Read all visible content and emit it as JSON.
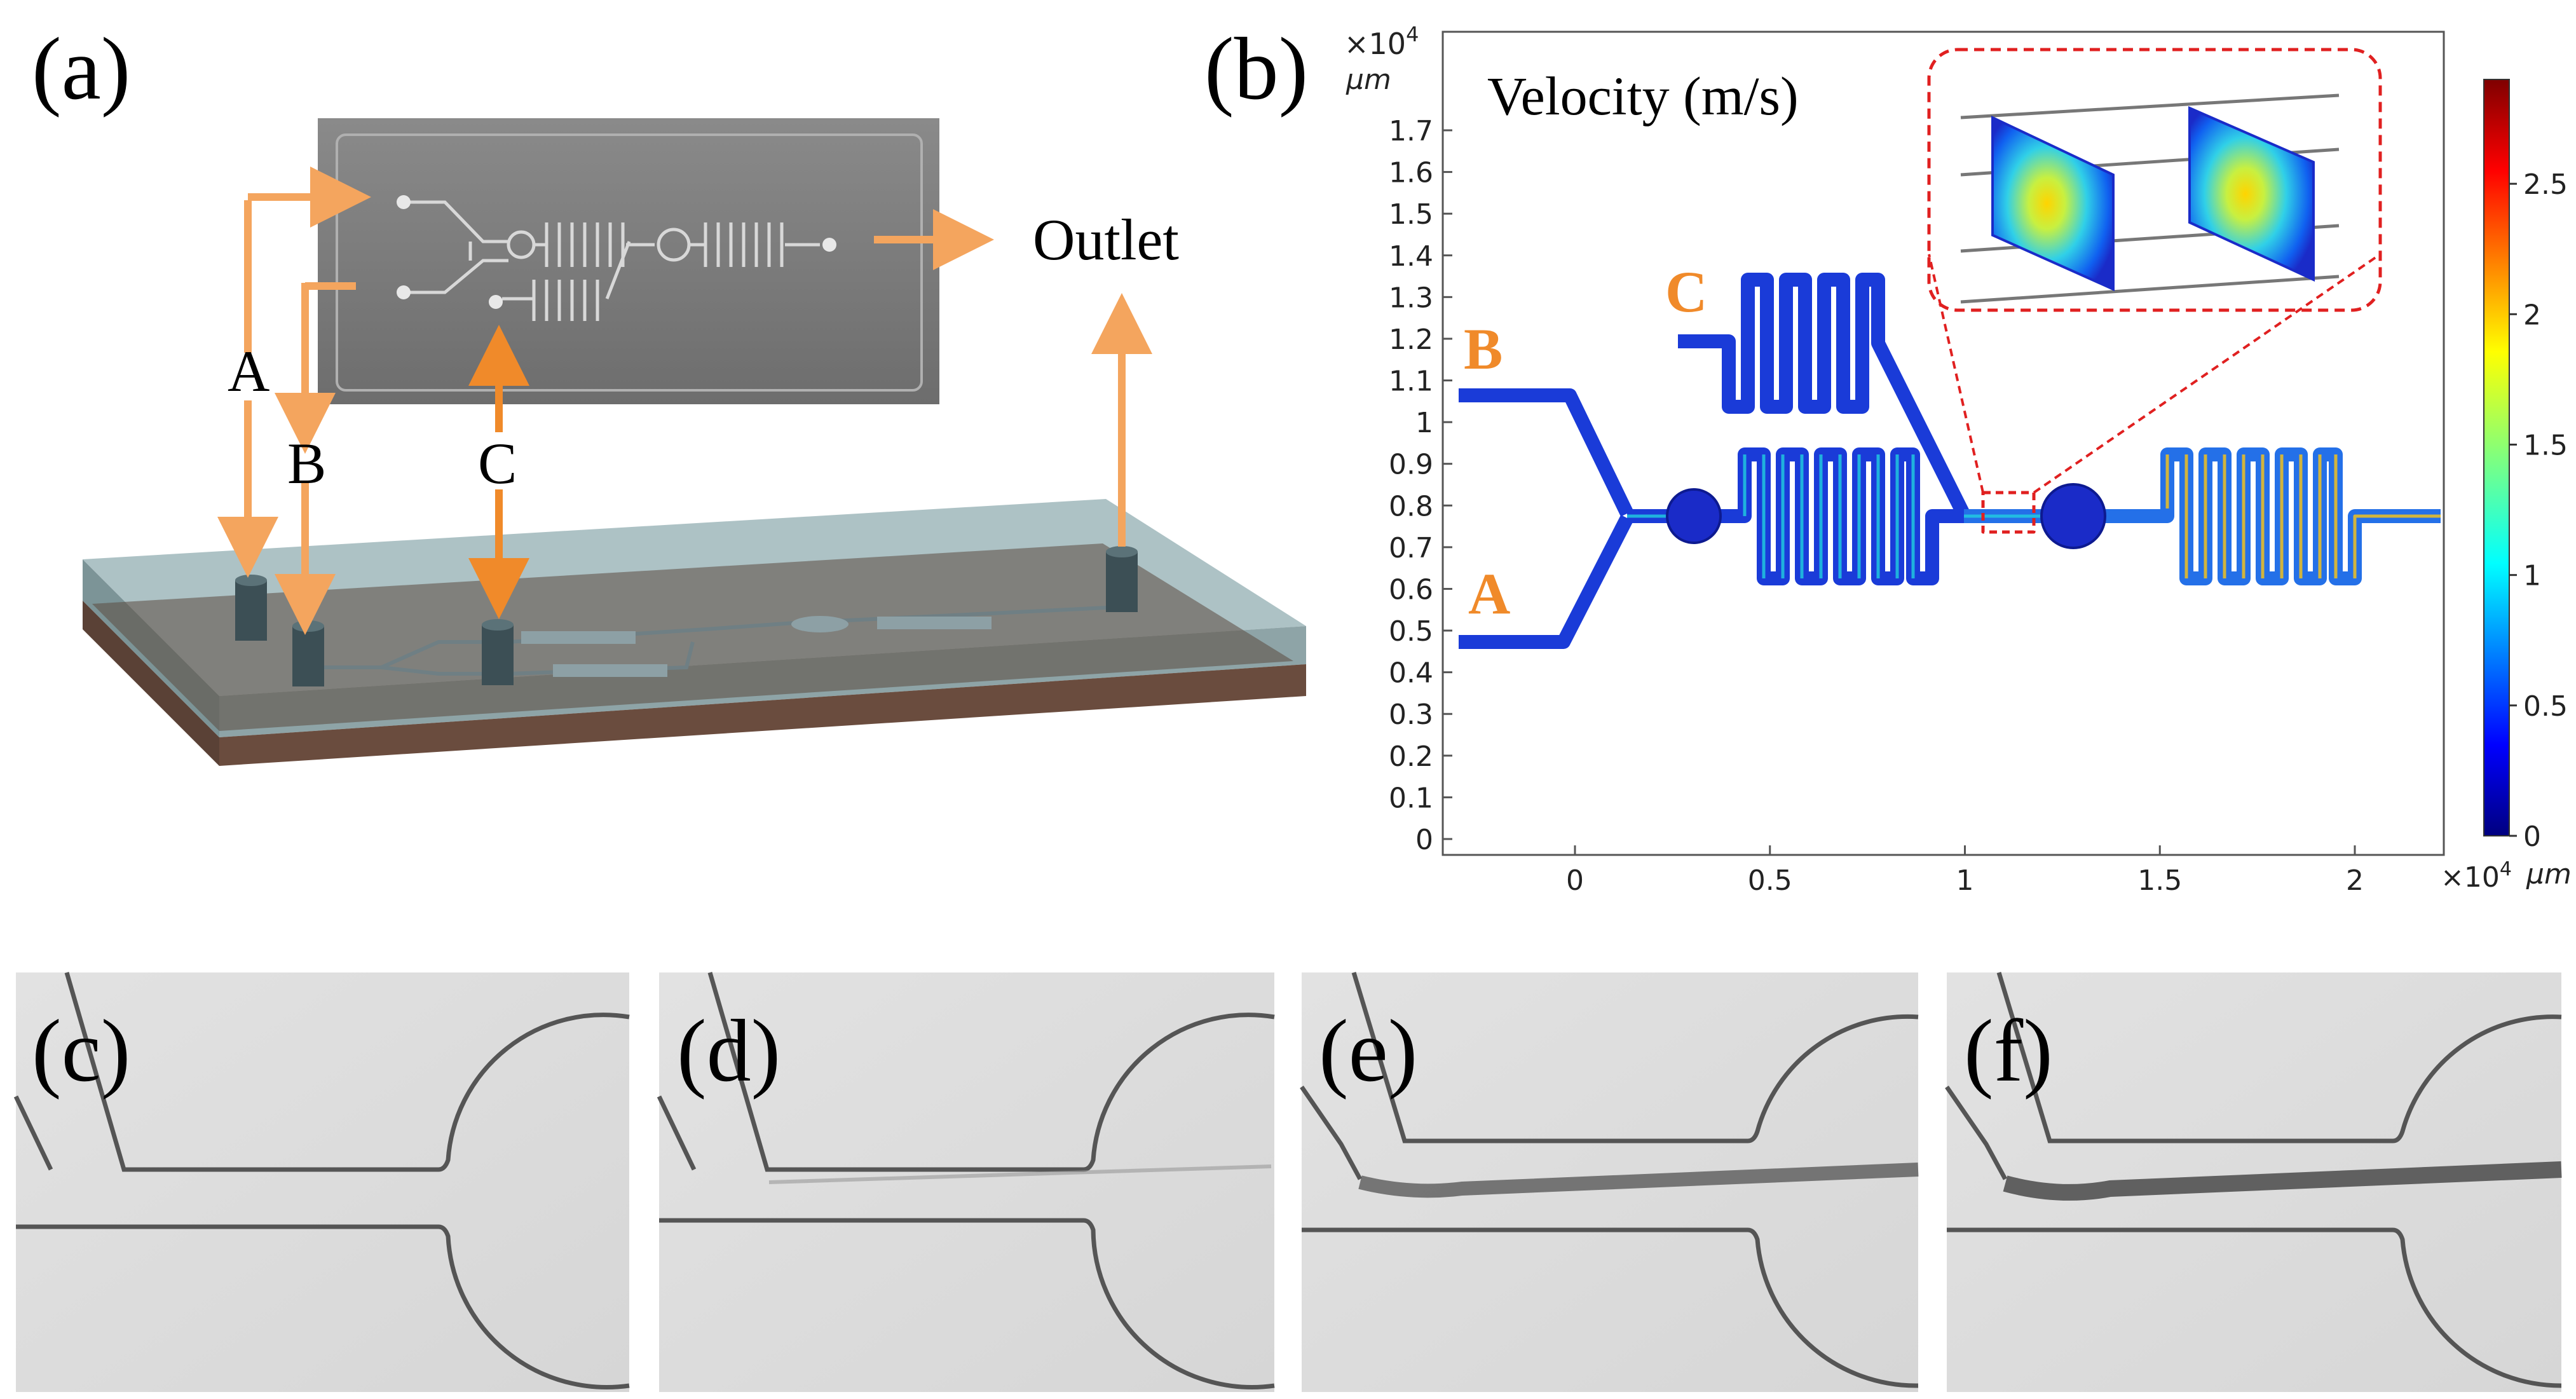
{
  "panel_a": {
    "label": "(a)",
    "outlet": "Outlet",
    "inlet_a": "A",
    "inlet_b": "B",
    "inlet_c": "C"
  },
  "panel_b": {
    "label": "(b)",
    "title": "Velocity (m/s)",
    "inlet_a": "A",
    "inlet_b": "B",
    "inlet_c": "C",
    "y_multiplier": "×10",
    "y_multiplier_exp": "4",
    "y_unit": "μm",
    "x_multiplier": "×10",
    "x_multiplier_exp": "4",
    "x_unit": "μm",
    "y_ticks": [
      "0",
      "0.1",
      "0.2",
      "0.3",
      "0.4",
      "0.5",
      "0.6",
      "0.7",
      "0.8",
      "0.9",
      "1",
      "1.1",
      "1.2",
      "1.3",
      "1.4",
      "1.5",
      "1.6",
      "1.7"
    ],
    "x_ticks": [
      "0",
      "0.5",
      "1",
      "1.5",
      "2"
    ],
    "colorbar_ticks": [
      "0",
      "0.5",
      "1",
      "1.5",
      "2",
      "2.5"
    ],
    "colorbar_range": [
      0,
      2.9
    ],
    "accent_color": "#f08a2a",
    "channel_color": "#1a3bd8",
    "inset_border_color": "#e02020"
  },
  "panel_c": {
    "label": "(c)"
  },
  "panel_d": {
    "label": "(d)"
  },
  "panel_e": {
    "label": "(e)"
  },
  "panel_f": {
    "label": "(f)"
  },
  "colors": {
    "arrow": "#f4a55e",
    "arrow_strong": "#f08a2a"
  }
}
